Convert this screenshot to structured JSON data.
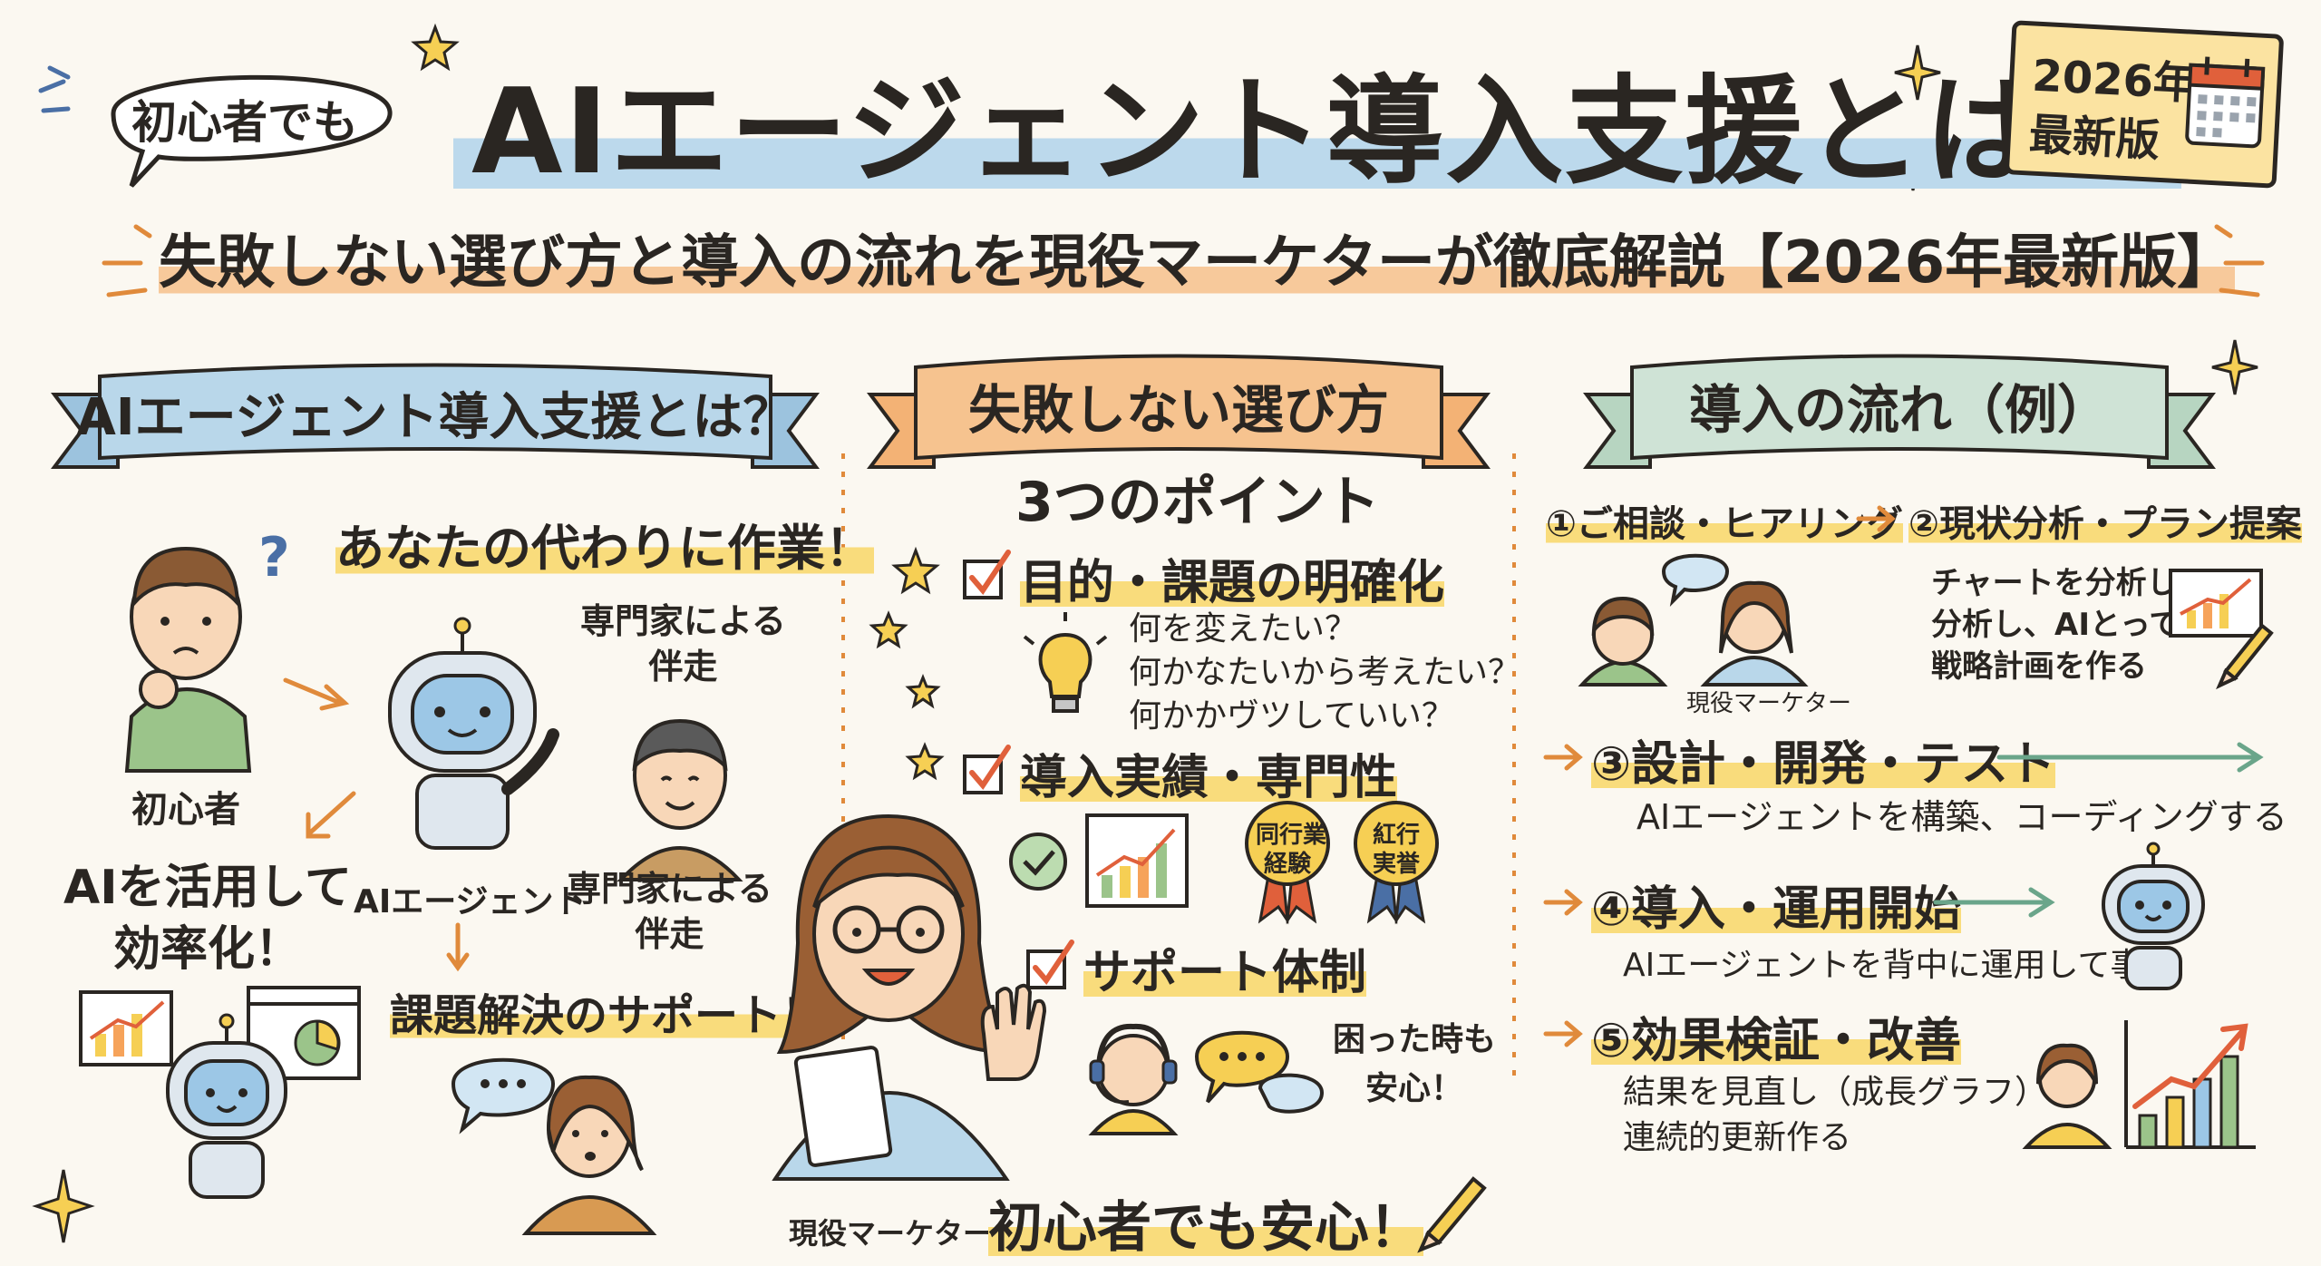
{
  "header": {
    "bubble": "初心者でも",
    "title": "AIエージェント導入支援とは？",
    "badge_line1": "2026年",
    "badge_line2": "最新版",
    "subtitle": "失敗しない選び方と導入の流れを現役マーケターが徹底解説【2026年最新版】"
  },
  "left": {
    "banner": "AIエージェント導入支援とは？",
    "headline": "あなたの代わりに作業！",
    "expert_top": "専門家による\n伴走",
    "beginner_label": "初心者",
    "agent_label": "AIエージェント",
    "expert_label": "専門家による\n伴走",
    "efficiency": "AIを活用して\n効率化！",
    "support": "課題解決のサポート！"
  },
  "middle": {
    "banner": "失敗しない選び方",
    "points_title": "3つのポイント",
    "point1": "目的・課題の明確化",
    "point1_notes": "何を変えたい？\n何かなたいから考えたい？\n何かかヴツしていい？",
    "point2": "導入実績・専門性",
    "medal1": "同行業\n経験",
    "medal2": "紅行\n実誉",
    "point3": "サポート体制",
    "reassure": "困った時も\n安心！",
    "marketer_label": "現役マーケター",
    "bottom": "初心者でも安心！"
  },
  "right": {
    "banner": "導入の流れ（例）",
    "step1": "①ご相談・ヒアリング",
    "step2": "②現状分析・プラン提案",
    "step2_desc": "チャートを分析し\n分析し、AIとって\n戦略計画を作る",
    "marketer_label": "現役マーケター",
    "step3": "③設計・開発・テスト",
    "step3_desc": "AIエージェントを構築、コーディングする",
    "step4": "④導入・運用開始",
    "step4_desc": "AIエージェントを背中に運用して事業",
    "step5": "⑤効果検証・改善",
    "step5_desc": "結果を見直し（成長グラフ）を\n連続的更新作る"
  },
  "colors": {
    "background": "#fbf8f1",
    "blue_banner": "#b9d7ea",
    "orange_banner": "#f6c38f",
    "green_banner": "#cfe3d6",
    "highlight_yellow": "#f9dc7c",
    "check_red": "#e0603b",
    "robot_blue": "#9cc7e6"
  },
  "icons": [
    "star-icon",
    "calendar-icon",
    "lightbulb-icon",
    "checkbox-icon",
    "arrow-icon",
    "medal-icon",
    "chart-icon",
    "pencil-icon",
    "speech-bubble-icon",
    "headset-icon"
  ]
}
